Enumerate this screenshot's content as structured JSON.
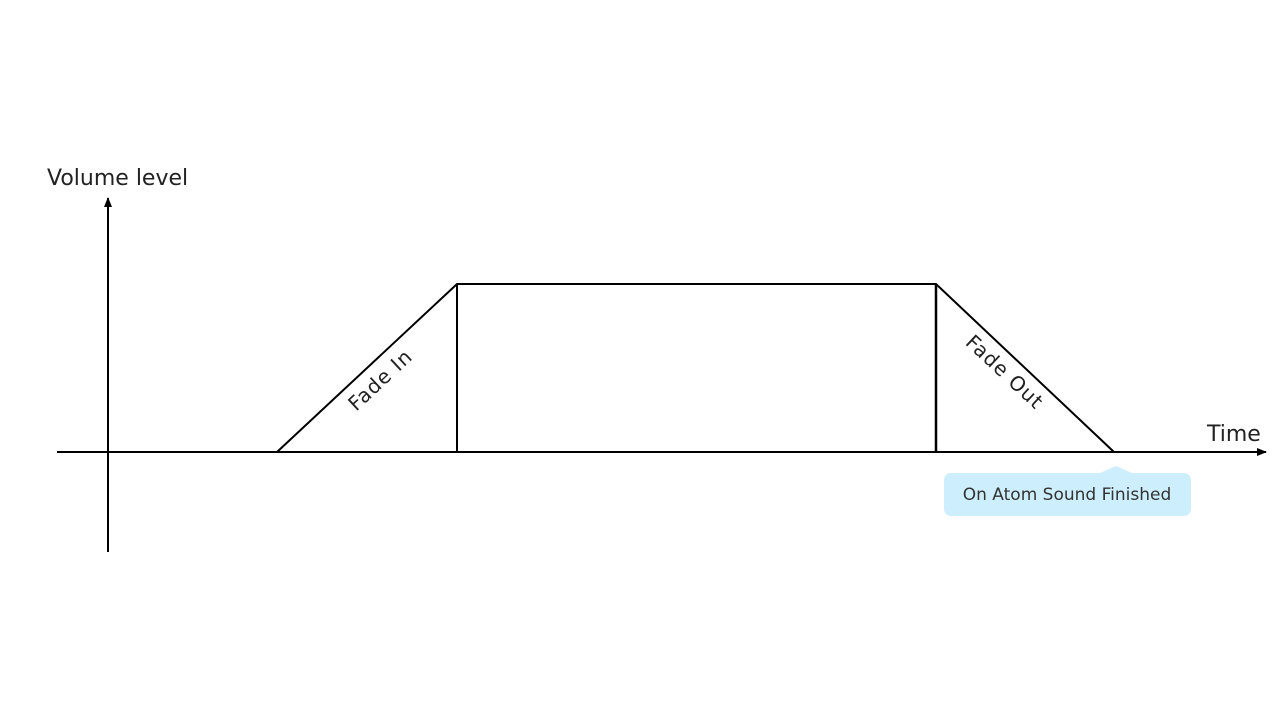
{
  "axes": {
    "y_label": "Volume level",
    "x_label": "Time"
  },
  "segments": {
    "fade_in": "Fade In",
    "fade_out": "Fade Out"
  },
  "callout": {
    "text": "On Atom Sound Finished"
  },
  "colors": {
    "line": "#000000",
    "callout_fill": "#cdeefc"
  }
}
